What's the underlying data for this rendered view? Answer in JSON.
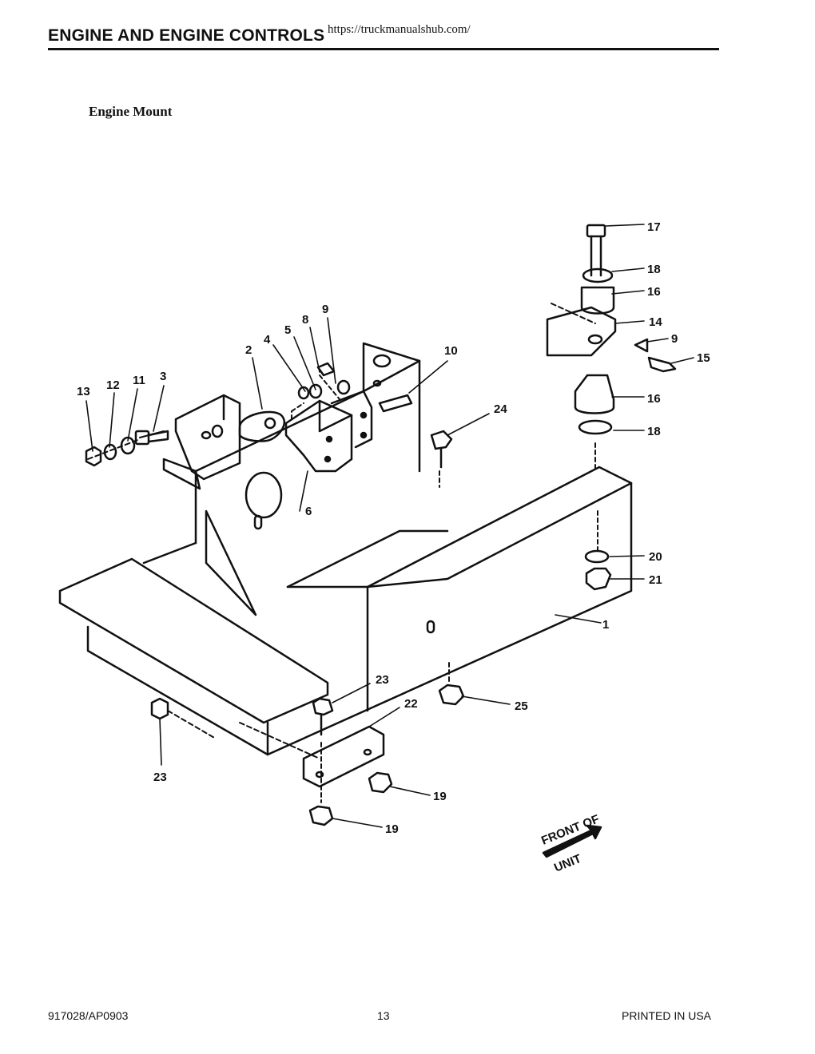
{
  "header": {
    "title": "ENGINE AND ENGINE CONTROLS",
    "url": "https://truckmanualshub.com/"
  },
  "section": {
    "title": "Engine Mount"
  },
  "diagram": {
    "callouts": [
      "1",
      "2",
      "3",
      "4",
      "5",
      "6",
      "8",
      "9",
      "9",
      "10",
      "11",
      "12",
      "13",
      "14",
      "15",
      "16",
      "16",
      "17",
      "18",
      "18",
      "19",
      "19",
      "20",
      "21",
      "22",
      "23",
      "23",
      "24",
      "25"
    ],
    "front_arrow": {
      "line1": "FRONT OF",
      "line2": "UNIT"
    }
  },
  "footer": {
    "doc_number": "917028/AP0903",
    "page_number": "13",
    "printed": "PRINTED IN USA"
  }
}
